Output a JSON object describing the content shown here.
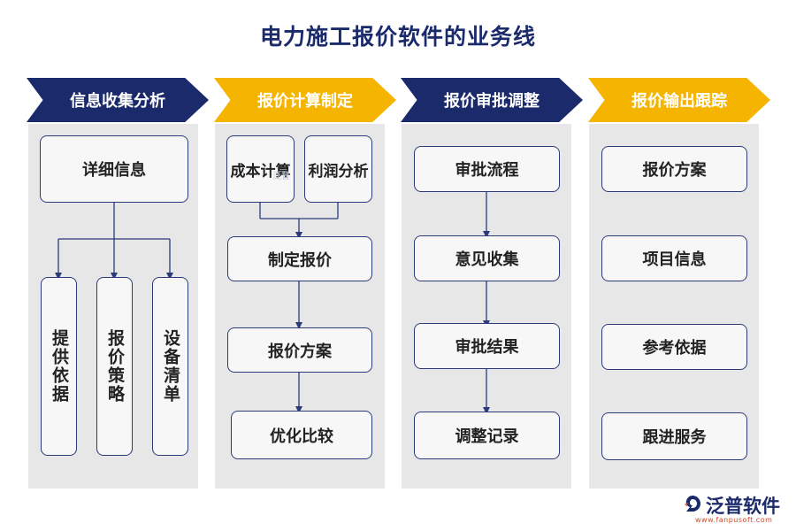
{
  "title": "电力施工报价软件的业务线",
  "colors": {
    "navy": "#1a2a6b",
    "gold": "#f5b400",
    "panel": "#e7e7e7",
    "box_border": "#2b3a7a"
  },
  "columns": [
    {
      "header": "信息收集分析",
      "top_box": "详细信息",
      "sub_boxes": [
        "提供依据",
        "报价策略",
        "设备清单"
      ]
    },
    {
      "header": "报价计算制定",
      "inputs": [
        "成本计算",
        "利润分析"
      ],
      "steps": [
        "制定报价",
        "报价方案",
        "优化比较"
      ]
    },
    {
      "header": "报价审批调整",
      "steps": [
        "审批流程",
        "意见收集",
        "审批结果",
        "调整记录"
      ]
    },
    {
      "header": "报价输出跟踪",
      "items": [
        "报价方案",
        "项目信息",
        "参考依据",
        "跟进服务"
      ]
    }
  ],
  "watermark": "泛普",
  "logo": {
    "name": "泛普软件",
    "url": "www.fanpusoft.com",
    "icon": "fanpu-logo-icon"
  }
}
